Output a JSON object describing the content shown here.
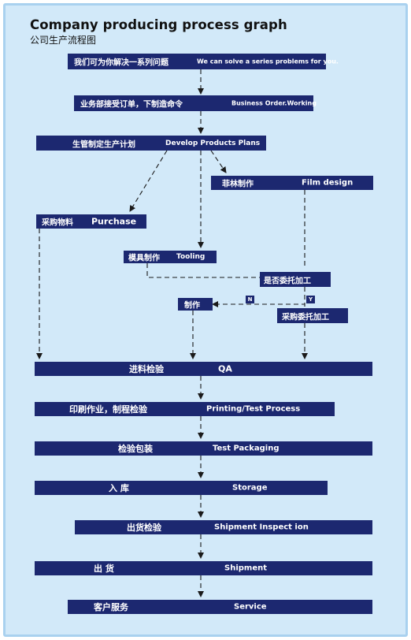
{
  "title": "Company producing process graph",
  "subtitle": "公司生产流程图",
  "steps": {
    "solve": {
      "zh": "我们可为你解决一系列问题",
      "en": "We can solve a series problems for you."
    },
    "order": {
      "zh": "业务部接受订单，下制造命令",
      "en": "Business Order.Working"
    },
    "plan": {
      "zh": "生管制定生产计划",
      "en": "Develop Products Plans"
    },
    "film": {
      "zh": "菲林制作",
      "en": "Film design"
    },
    "purchase": {
      "zh": "采购物料",
      "en": "Purchase"
    },
    "tooling": {
      "zh": "模具制作",
      "en": "Tooling"
    },
    "outsource_q": {
      "zh": "是否委托加工",
      "en": ""
    },
    "make": {
      "zh": "制作",
      "en": ""
    },
    "outsource": {
      "zh": "采购委托加工",
      "en": ""
    },
    "qa": {
      "zh": "进料检验",
      "en": "QA"
    },
    "printing": {
      "zh": "印刷作业，制程检验",
      "en": "Printing/Test Process"
    },
    "packaging": {
      "zh": "检验包装",
      "en": "Test Packaging"
    },
    "storage": {
      "zh": "入    库",
      "en": "Storage"
    },
    "ship_inspect": {
      "zh": "出货检验",
      "en": "Shipment  Inspect ion"
    },
    "shipment": {
      "zh": "出    货",
      "en": "Shipment"
    },
    "service": {
      "zh": "客户服务",
      "en": "Service"
    }
  },
  "branch_labels": {
    "no": "N",
    "yes": "Y"
  },
  "colors": {
    "box": "#1c2870",
    "background": "#d2e9f9",
    "border": "#a9d1ef",
    "line": "#1a1a1a"
  }
}
